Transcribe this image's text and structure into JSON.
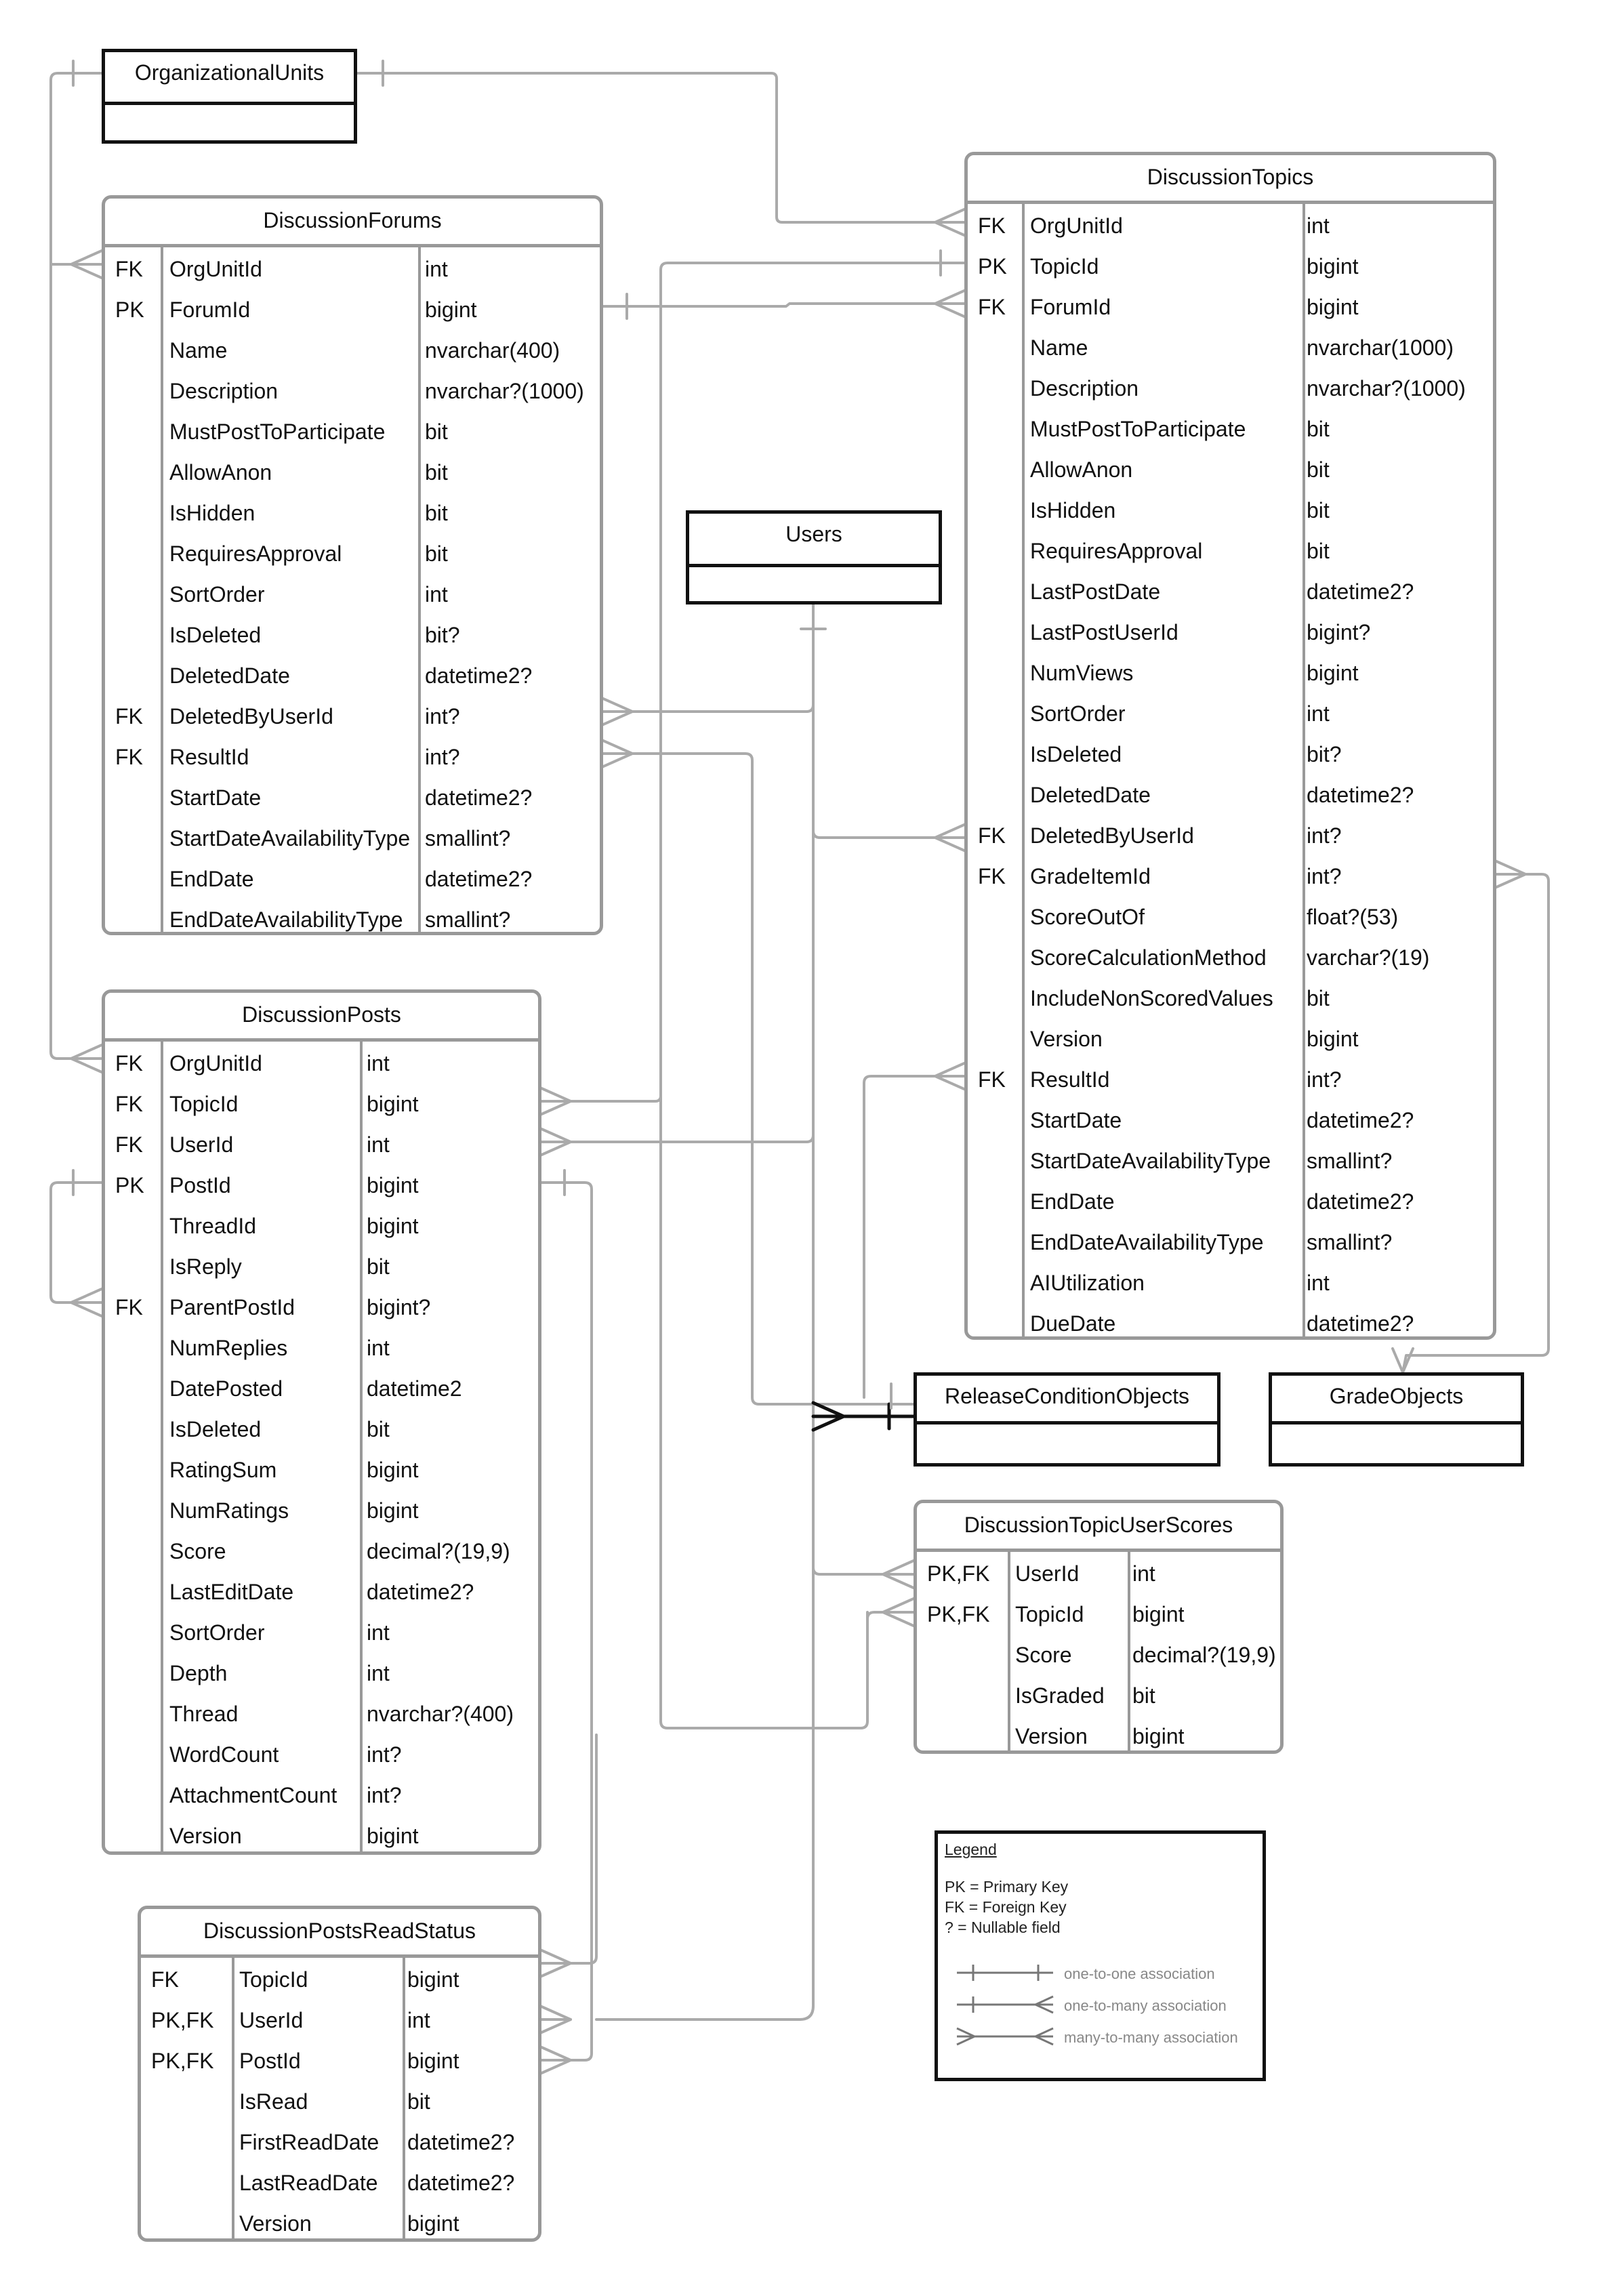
{
  "tables": [
    {
      "name": "DiscussionForums",
      "rows": [
        [
          "FK",
          "OrgUnitId",
          "int"
        ],
        [
          "PK",
          "ForumId",
          "bigint"
        ],
        [
          "",
          "Name",
          "nvarchar(400)"
        ],
        [
          "",
          "Description",
          "nvarchar?(1000)"
        ],
        [
          "",
          "MustPostToParticipate",
          "bit"
        ],
        [
          "",
          "AllowAnon",
          "bit"
        ],
        [
          "",
          "IsHidden",
          "bit"
        ],
        [
          "",
          "RequiresApproval",
          "bit"
        ],
        [
          "",
          "SortOrder",
          "int"
        ],
        [
          "",
          "IsDeleted",
          "bit?"
        ],
        [
          "",
          "DeletedDate",
          "datetime2?"
        ],
        [
          "FK",
          "DeletedByUserId",
          "int?"
        ],
        [
          "FK",
          "ResultId",
          "int?"
        ],
        [
          "",
          "StartDate",
          "datetime2?"
        ],
        [
          "",
          "StartDateAvailabilityType",
          "smallint?"
        ],
        [
          "",
          "EndDate",
          "datetime2?"
        ],
        [
          "",
          "EndDateAvailabilityType",
          "smallint?"
        ]
      ]
    },
    {
      "name": "DiscussionTopics",
      "rows": [
        [
          "FK",
          "OrgUnitId",
          "int"
        ],
        [
          "PK",
          "TopicId",
          "bigint"
        ],
        [
          "FK",
          "ForumId",
          "bigint"
        ],
        [
          "",
          "Name",
          "nvarchar(1000)"
        ],
        [
          "",
          "Description",
          "nvarchar?(1000)"
        ],
        [
          "",
          "MustPostToParticipate",
          "bit"
        ],
        [
          "",
          "AllowAnon",
          "bit"
        ],
        [
          "",
          "IsHidden",
          "bit"
        ],
        [
          "",
          "RequiresApproval",
          "bit"
        ],
        [
          "",
          "LastPostDate",
          "datetime2?"
        ],
        [
          "",
          "LastPostUserId",
          "bigint?"
        ],
        [
          "",
          "NumViews",
          "bigint"
        ],
        [
          "",
          "SortOrder",
          "int"
        ],
        [
          "",
          "IsDeleted",
          "bit?"
        ],
        [
          "",
          "DeletedDate",
          "datetime2?"
        ],
        [
          "FK",
          "DeletedByUserId",
          "int?"
        ],
        [
          "FK",
          "GradeItemId",
          "int?"
        ],
        [
          "",
          "ScoreOutOf",
          "float?(53)"
        ],
        [
          "",
          "ScoreCalculationMethod",
          "varchar?(19)"
        ],
        [
          "",
          "IncludeNonScoredValues",
          "bit"
        ],
        [
          "",
          "Version",
          "bigint"
        ],
        [
          "FK",
          "ResultId",
          "int?"
        ],
        [
          "",
          "StartDate",
          "datetime2?"
        ],
        [
          "",
          "StartDateAvailabilityType",
          "smallint?"
        ],
        [
          "",
          "EndDate",
          "datetime2?"
        ],
        [
          "",
          "EndDateAvailabilityType",
          "smallint?"
        ],
        [
          "",
          "AIUtilization",
          "int"
        ],
        [
          "",
          "DueDate",
          "datetime2?"
        ]
      ]
    },
    {
      "name": "DiscussionPosts",
      "rows": [
        [
          "FK",
          "OrgUnitId",
          "int"
        ],
        [
          "FK",
          "TopicId",
          "bigint"
        ],
        [
          "FK",
          "UserId",
          "int"
        ],
        [
          "PK",
          "PostId",
          "bigint"
        ],
        [
          "",
          "ThreadId",
          "bigint"
        ],
        [
          "",
          "IsReply",
          "bit"
        ],
        [
          "FK",
          "ParentPostId",
          "bigint?"
        ],
        [
          "",
          "NumReplies",
          "int"
        ],
        [
          "",
          "DatePosted",
          "datetime2"
        ],
        [
          "",
          "IsDeleted",
          "bit"
        ],
        [
          "",
          "RatingSum",
          "bigint"
        ],
        [
          "",
          "NumRatings",
          "bigint"
        ],
        [
          "",
          "Score",
          "decimal?(19,9)"
        ],
        [
          "",
          "LastEditDate",
          "datetime2?"
        ],
        [
          "",
          "SortOrder",
          "int"
        ],
        [
          "",
          "Depth",
          "int"
        ],
        [
          "",
          "Thread",
          "nvarchar?(400)"
        ],
        [
          "",
          "WordCount",
          "int?"
        ],
        [
          "",
          "AttachmentCount",
          "int?"
        ],
        [
          "",
          "Version",
          "bigint"
        ]
      ]
    },
    {
      "name": "DiscussionTopicUserScores",
      "rows": [
        [
          "PK,FK",
          "UserId",
          "int"
        ],
        [
          "PK,FK",
          "TopicId",
          "bigint"
        ],
        [
          "",
          "Score",
          "decimal?(19,9)"
        ],
        [
          "",
          "IsGraded",
          "bit"
        ],
        [
          "",
          "Version",
          "bigint"
        ]
      ]
    },
    {
      "name": "DiscussionPostsReadStatus",
      "rows": [
        [
          "FK",
          "TopicId",
          "bigint"
        ],
        [
          "PK,FK",
          "UserId",
          "int"
        ],
        [
          "PK,FK",
          "PostId",
          "bigint"
        ],
        [
          "",
          "IsRead",
          "bit"
        ],
        [
          "",
          "FirstReadDate",
          "datetime2?"
        ],
        [
          "",
          "LastReadDate",
          "datetime2?"
        ],
        [
          "",
          "Version",
          "bigint"
        ]
      ]
    }
  ],
  "entities": [
    "OrganizationalUnits",
    "Users",
    "ReleaseConditionObjects",
    "GradeObjects"
  ],
  "legend": {
    "title": "Legend",
    "keys": [
      "PK = Primary Key",
      "FK = Foreign Key",
      "? = Nullable field"
    ],
    "associations": [
      "one-to-one association",
      "one-to-many association",
      "many-to-many association"
    ]
  },
  "colors": {
    "table_border": "#999999",
    "entity_border": "#111111",
    "line": "#aaaaaa"
  }
}
